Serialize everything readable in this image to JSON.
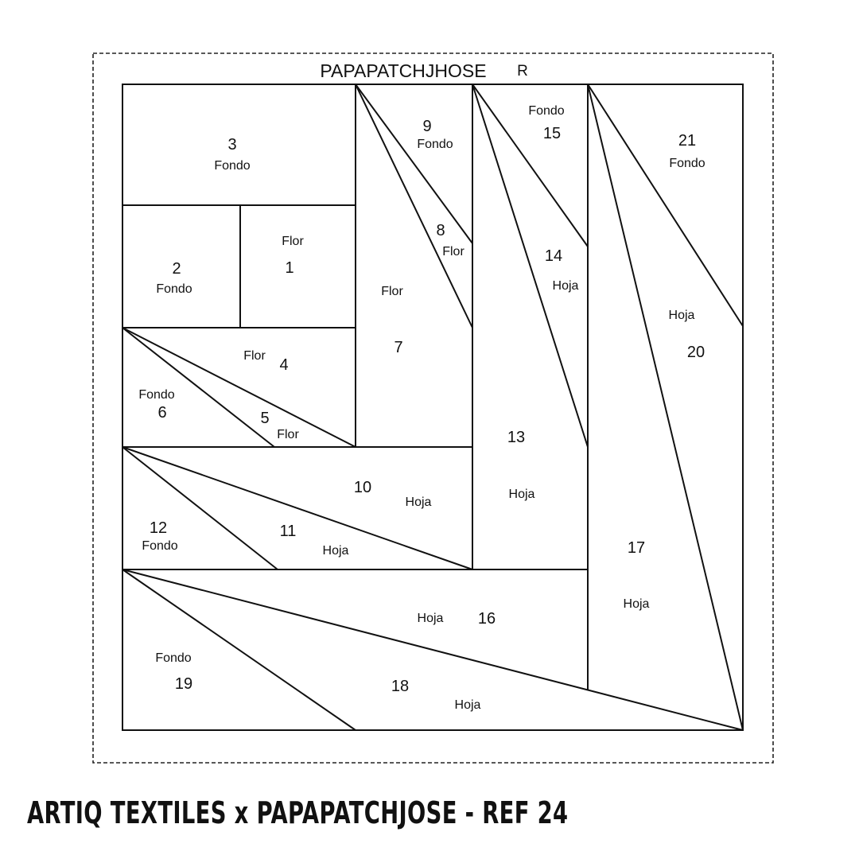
{
  "pattern_title": "PAPAPATCHJHOSE",
  "registered_mark": "R",
  "caption": "ARTIQ TEXTILES x PAPAPATCHJOSE - REF 24",
  "pieces": [
    {
      "number": "1",
      "fabric": "Flor"
    },
    {
      "number": "2",
      "fabric": "Fondo"
    },
    {
      "number": "3",
      "fabric": "Fondo"
    },
    {
      "number": "4",
      "fabric": "Flor"
    },
    {
      "number": "5",
      "fabric": "Flor"
    },
    {
      "number": "6",
      "fabric": "Fondo"
    },
    {
      "number": "7",
      "fabric": "Flor"
    },
    {
      "number": "8",
      "fabric": "Flor"
    },
    {
      "number": "9",
      "fabric": "Fondo"
    },
    {
      "number": "10",
      "fabric": "Hoja"
    },
    {
      "number": "11",
      "fabric": "Hoja"
    },
    {
      "number": "12",
      "fabric": "Fondo"
    },
    {
      "number": "13",
      "fabric": "Hoja"
    },
    {
      "number": "14",
      "fabric": "Hoja"
    },
    {
      "number": "15",
      "fabric": "Fondo"
    },
    {
      "number": "16",
      "fabric": "Hoja"
    },
    {
      "number": "17",
      "fabric": "Hoja"
    },
    {
      "number": "18",
      "fabric": "Hoja"
    },
    {
      "number": "19",
      "fabric": "Fondo"
    },
    {
      "number": "20",
      "fabric": "Hoja"
    },
    {
      "number": "21",
      "fabric": "Fondo"
    }
  ]
}
